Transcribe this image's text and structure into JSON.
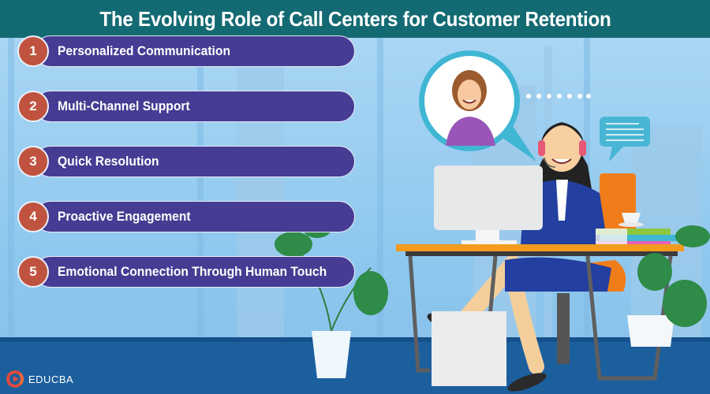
{
  "header": {
    "title": "The Evolving Role of Call Centers for Customer Retention"
  },
  "list": {
    "items": [
      {
        "number": "1",
        "label": "Personalized Communication"
      },
      {
        "number": "2",
        "label": "Multi-Channel Support"
      },
      {
        "number": "3",
        "label": "Quick Resolution"
      },
      {
        "number": "4",
        "label": "Proactive Engagement"
      },
      {
        "number": "5",
        "label": "Emotional Connection Through Human Touch"
      }
    ]
  },
  "brand": {
    "name": "EDUCBA"
  },
  "colors": {
    "header_bg": "#146a72",
    "pill_bg": "#463c93",
    "number_badge": "#c0533f",
    "sky": "#8ec7ee",
    "floor": "#1c5f9d"
  },
  "illustration": {
    "description": "Call center agent with headset at desk talking to customer in speech bubble",
    "icons": [
      "customer-avatar-bubble",
      "chat-bubble-icon",
      "typing-dots-icon",
      "monitor",
      "headset",
      "plant",
      "books",
      "coffee-cup"
    ]
  }
}
